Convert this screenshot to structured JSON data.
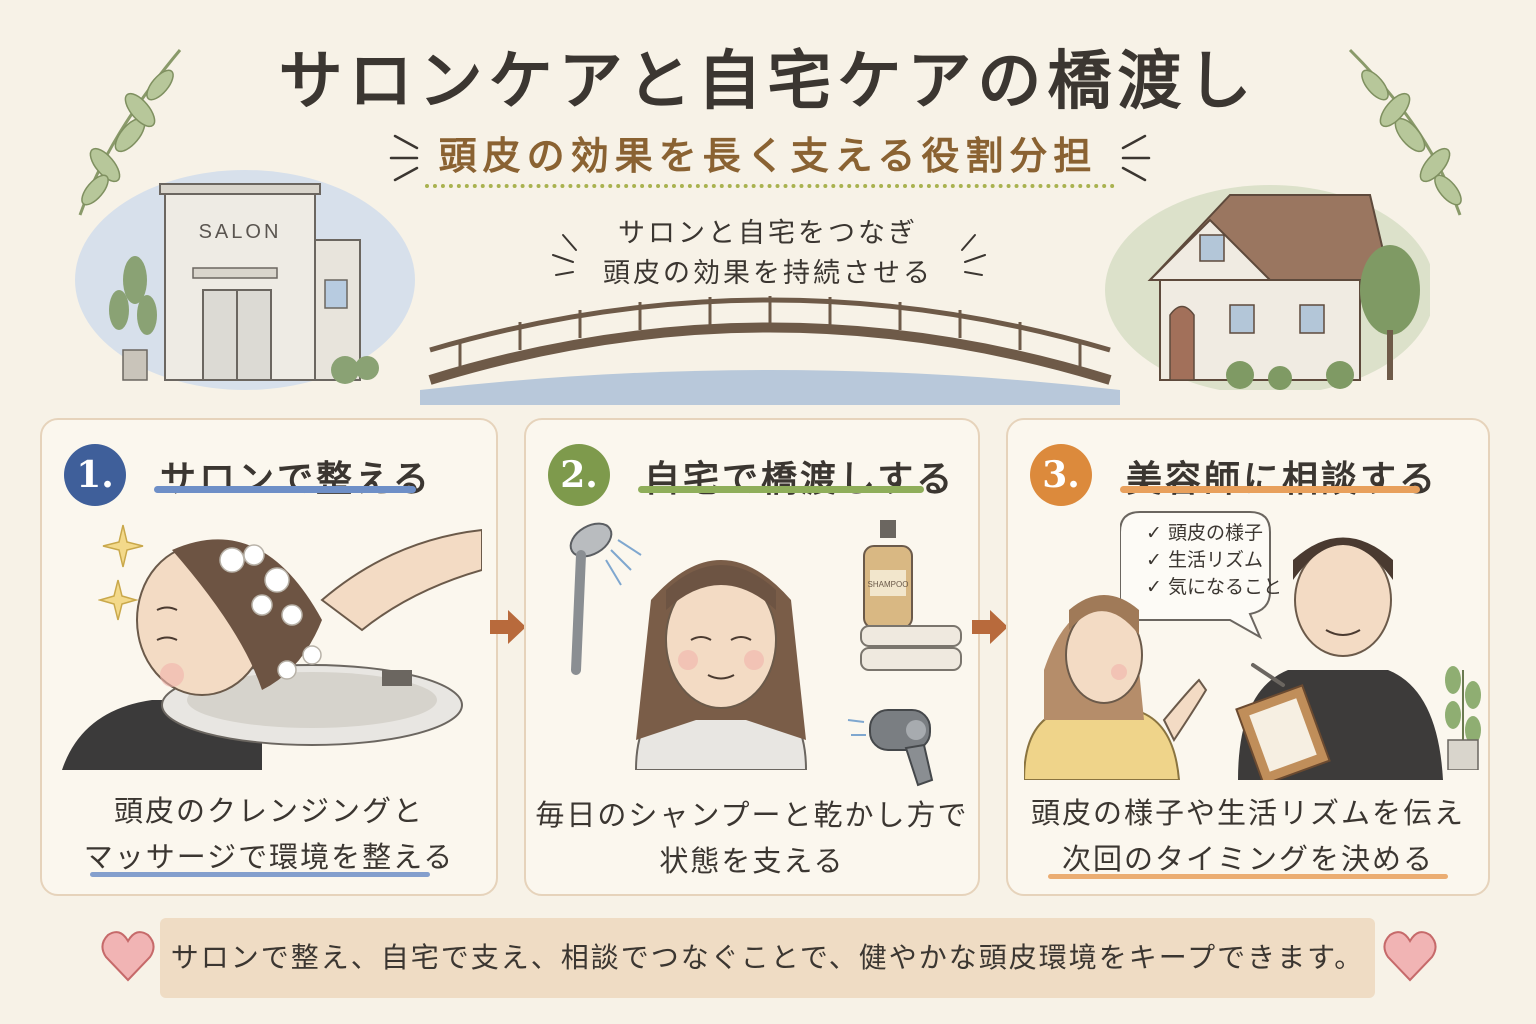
{
  "header": {
    "title": "サロンケアと自宅ケアの橋渡し",
    "subtitle": "頭皮の効果を長く支える役割分担"
  },
  "scene": {
    "salon_sign": "SALON",
    "bridge_caption_line1": "サロンと自宅をつなぎ",
    "bridge_caption_line2": "頭皮の効果を持続させる"
  },
  "steps": [
    {
      "number": "1.",
      "title": "サロンで整える",
      "desc_line1": "頭皮のクレンジングと",
      "desc_line2": "マッサージで環境を整える",
      "color": "#3f5f9a",
      "line_color": "#6e8fc7"
    },
    {
      "number": "2.",
      "title": "自宅で橋渡しする",
      "desc_line1": "毎日のシャンプーと乾かし方で",
      "desc_line2": "状態を支える",
      "color": "#7e9a4c",
      "line_color": "#8fae5a",
      "bottle_label": "SHAMPOO"
    },
    {
      "number": "3.",
      "title": "美容師に相談する",
      "desc_line1": "頭皮の様子や生活リズムを伝え",
      "desc_line2": "次回のタイミングを決める",
      "color": "#dc8a3c",
      "line_color": "#e8a05c",
      "checklist": [
        "頭皮の様子",
        "生活リズム",
        "気になること"
      ]
    }
  ],
  "footer": {
    "message": "サロンで整え、自宅で支え、相談でつなぐことで、健やかな頭皮環境をキープできます。"
  },
  "colors": {
    "background": "#f7f2e7",
    "accent_brown": "#8a6232",
    "heart": "#e89a9a",
    "arrow": "#b86a3c"
  },
  "icons": [
    "leaf-branch-icon",
    "salon-building-icon",
    "bridge-icon",
    "house-icon",
    "sparkle-icon",
    "arrow-right-icon",
    "shampoo-bottle-icon",
    "towel-icon",
    "hair-dryer-icon",
    "shower-head-icon",
    "clipboard-icon",
    "speech-bubble-icon",
    "heart-icon"
  ]
}
